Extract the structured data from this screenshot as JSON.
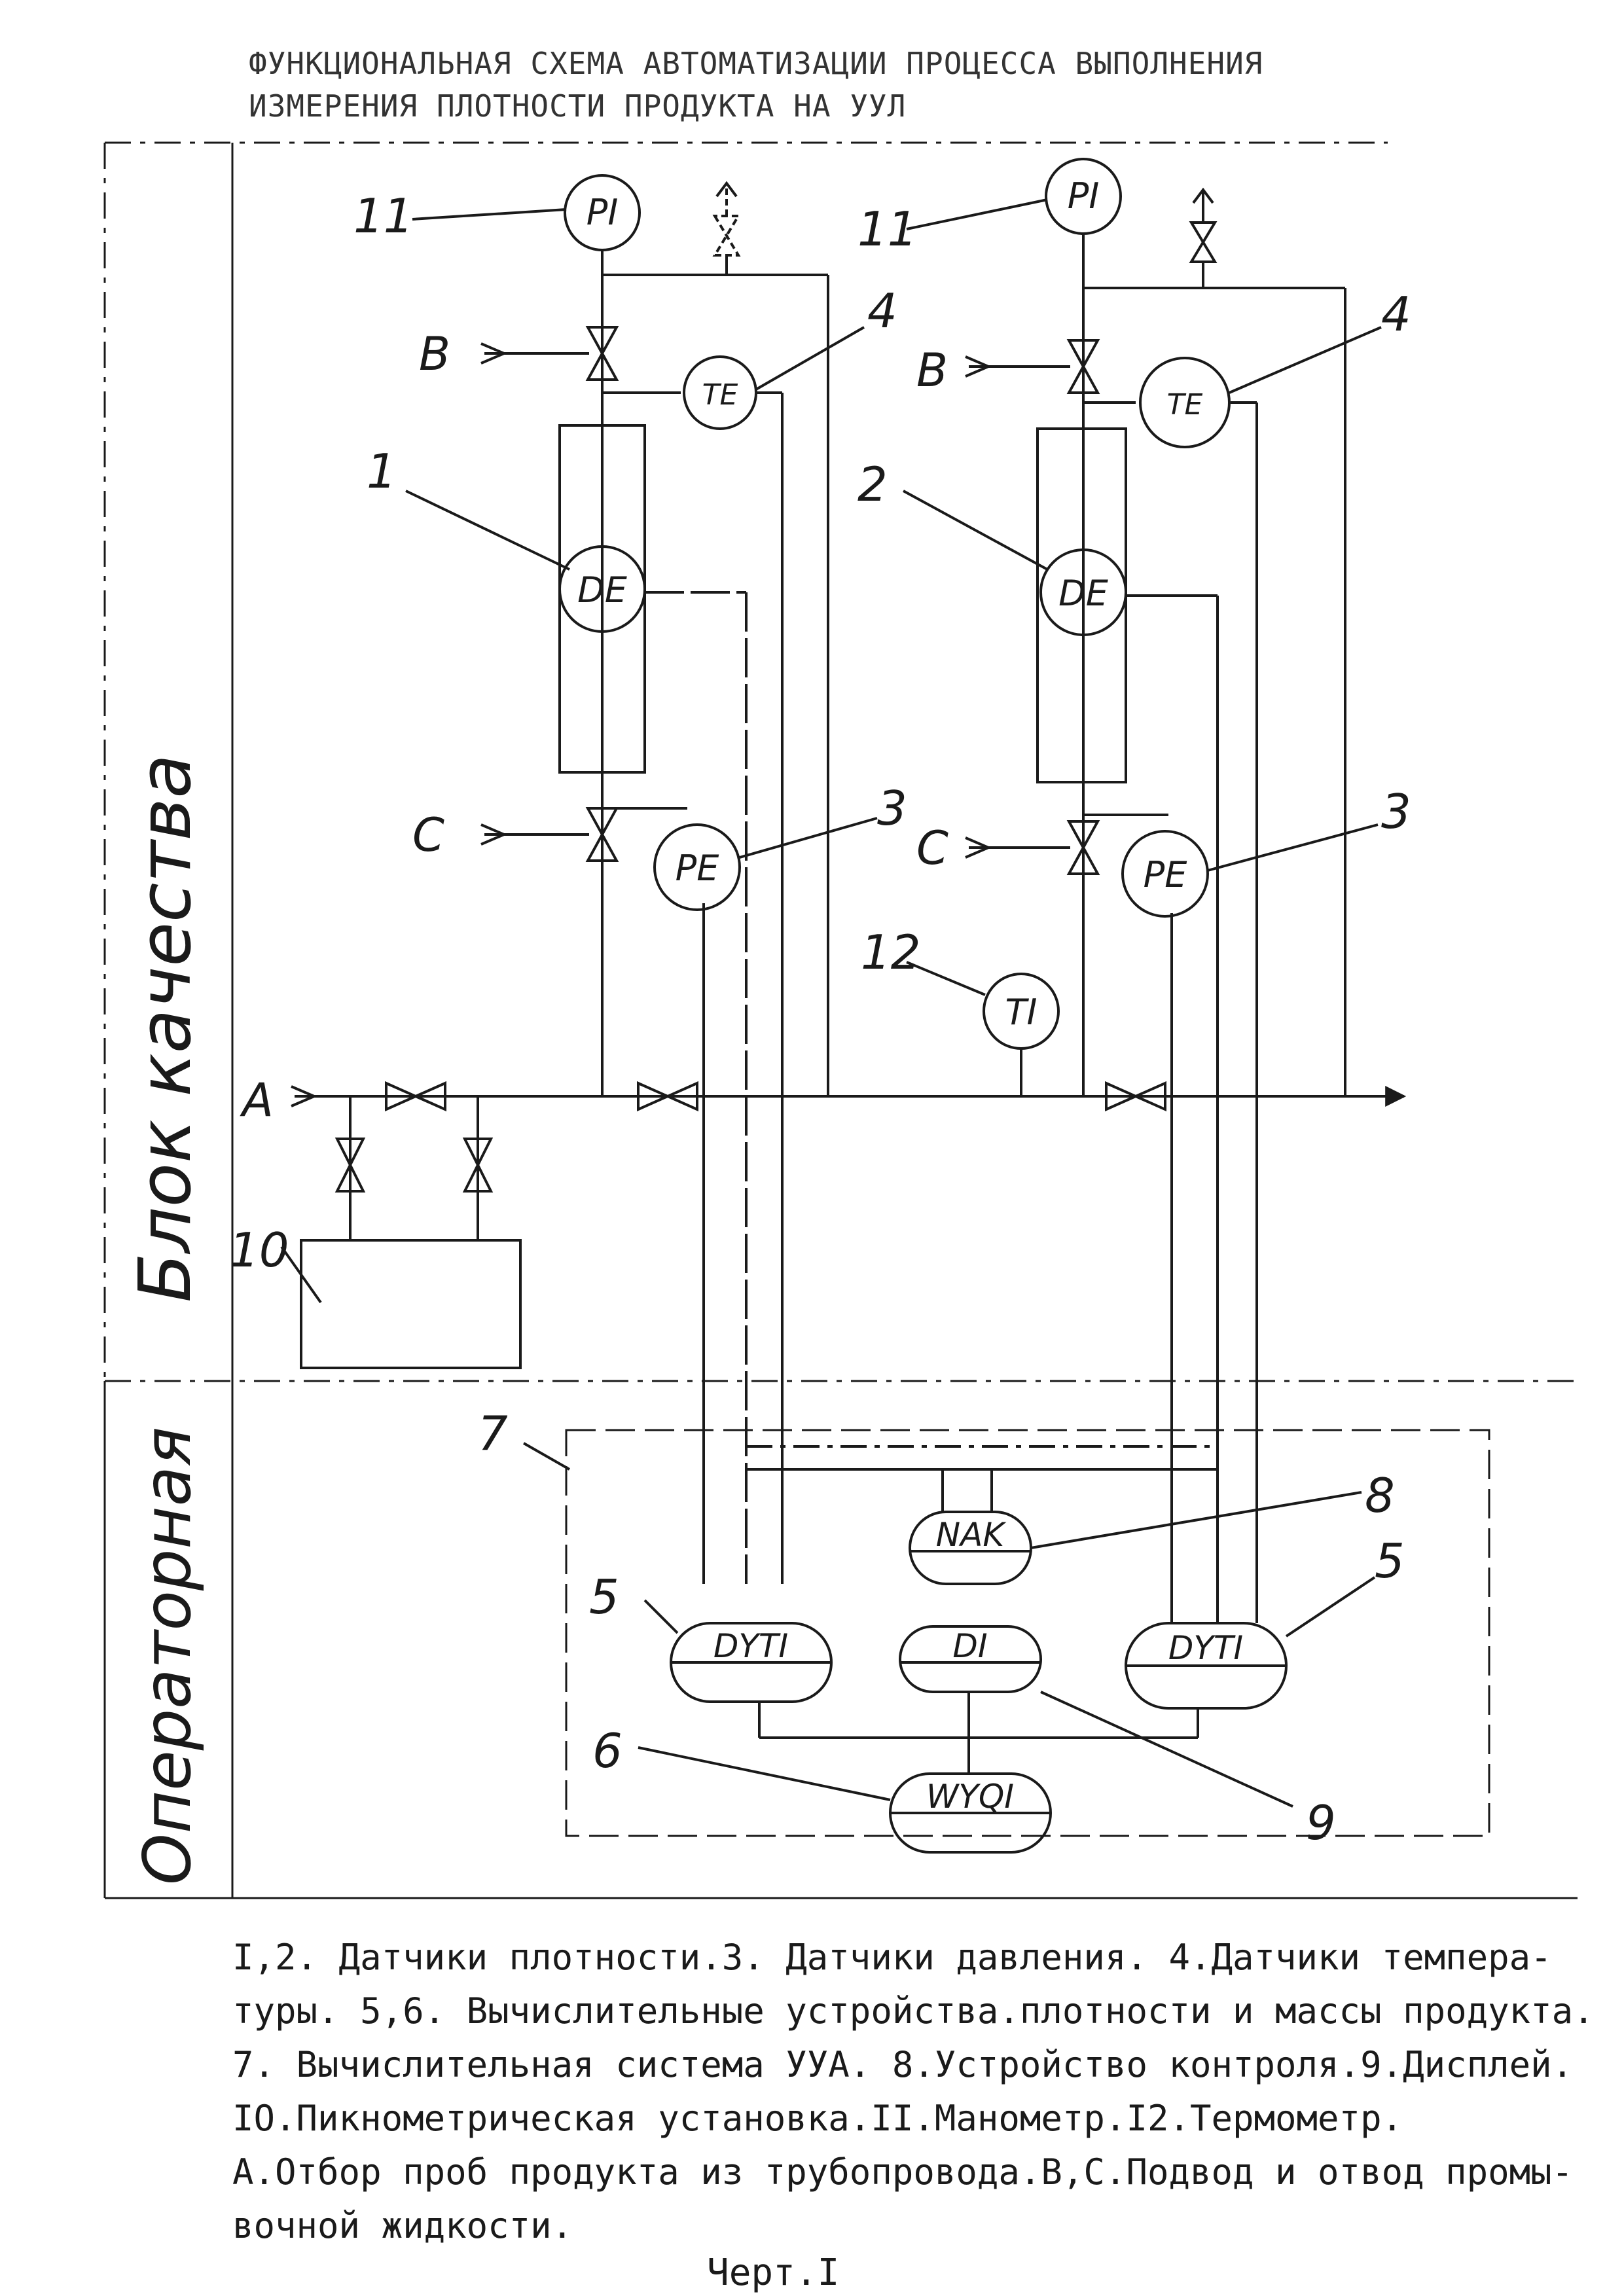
{
  "title": {
    "line1": "ФУНКЦИОНАЛЬНАЯ СХЕМА АВТОМАТИЗАЦИИ ПРОЦЕССА ВЫПОЛНЕНИЯ",
    "line2": "ИЗМЕРЕНИЯ ПЛОТНОСТИ ПРОДУКТА НА УУЛ"
  },
  "zones": {
    "quality_block": "Блок качества",
    "operator_room": "Операторная"
  },
  "instruments": {
    "pi": "PI",
    "te": "TE",
    "de": "DE",
    "pe": "PE",
    "ti": "TI",
    "nak": "NAK",
    "dyti": "DYTI",
    "di": "DI",
    "wyqi": "WYQI"
  },
  "inputs": {
    "a": "A",
    "b": "B",
    "c": "C"
  },
  "callouts": {
    "n1": "1",
    "n2": "2",
    "n3": "3",
    "n4": "4",
    "n5": "5",
    "n6": "6",
    "n7": "7",
    "n8": "8",
    "n9": "9",
    "n10": "10",
    "n11": "11",
    "n12": "12"
  },
  "caption": {
    "line1": "I,2. Датчики плотности.3. Датчики давления. 4.Датчики темпера-",
    "line2": "туры. 5,6. Вычислительные устройства.плотности и массы продукта.",
    "line3": "7. Вычислительная система УУА. 8.Устройство контроля.9.Дисплей.",
    "line4": "IO.Пикнометрическая установка.II.Манометр.I2.Термометр.",
    "line5": "А.Отбор проб продукта из трубопровода.В,С.Подвод и отвод промы-",
    "line6": "вочной жидкости."
  },
  "figure_label": "Черт.I"
}
